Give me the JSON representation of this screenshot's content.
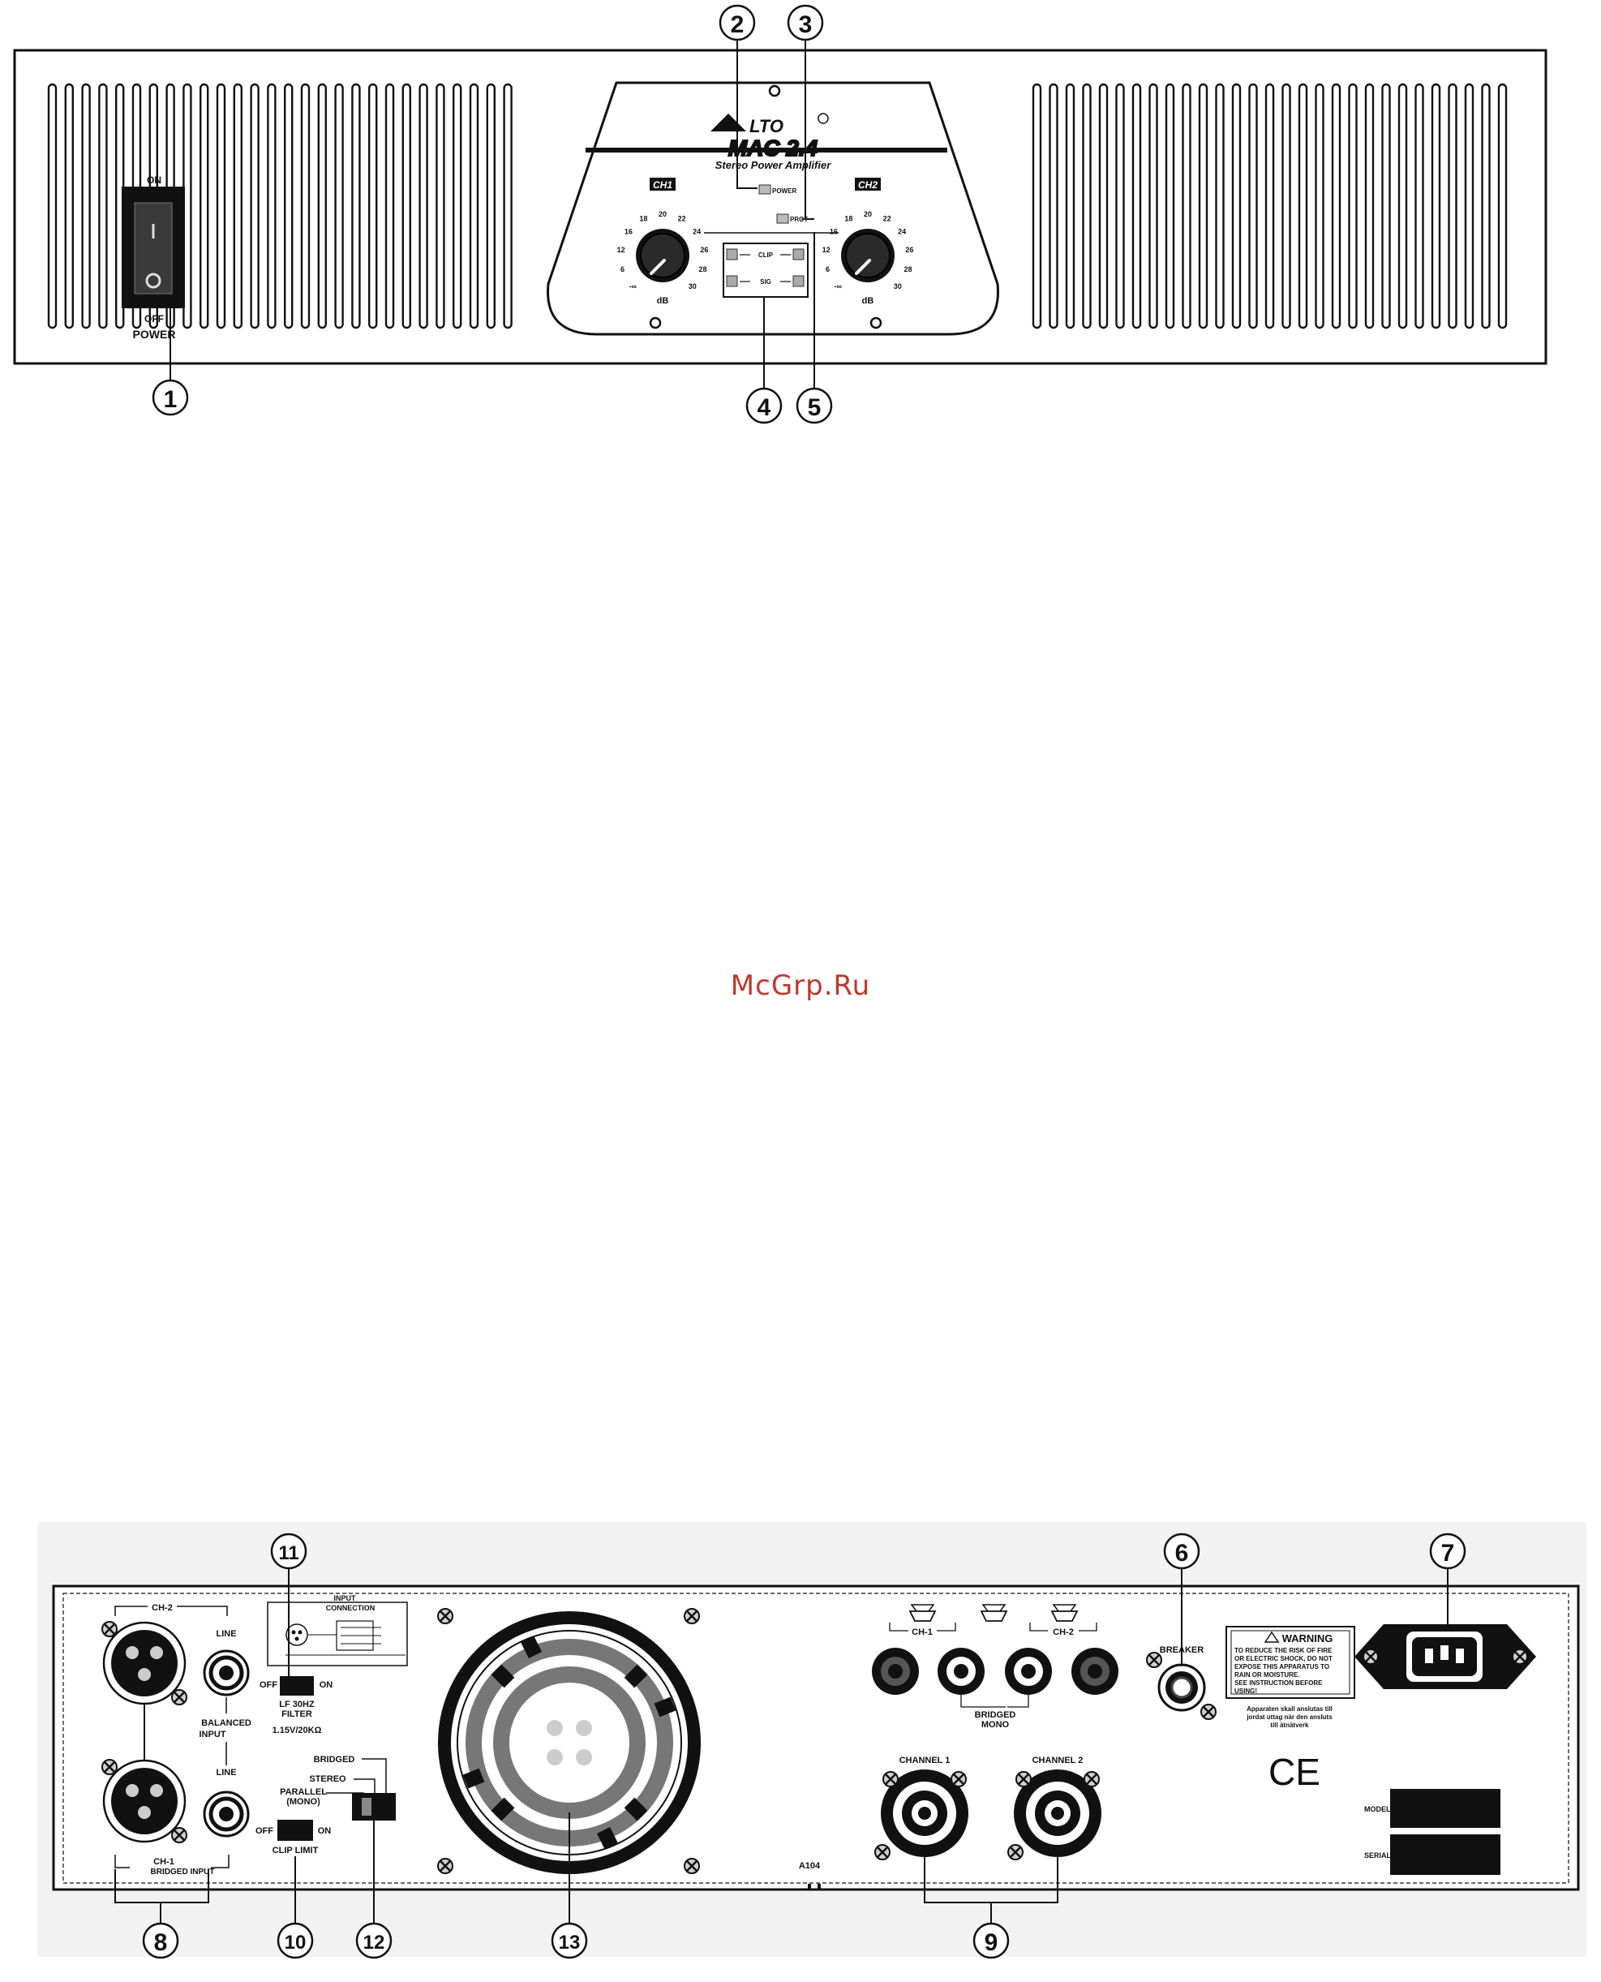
{
  "watermark": "McGrp.Ru",
  "front": {
    "brand": "LTO",
    "model": "MAC 2.4",
    "subtitle": "Stereo Power Amplifier",
    "switch_on": "ON",
    "switch_off": "OFF",
    "power_label": "POWER",
    "ch1": "CH1",
    "ch2": "CH2",
    "led_power": "POWER",
    "led_prot": "PROT",
    "led_clip": "CLIP",
    "led_sig": "SIG",
    "db_unit": "dB",
    "scale": [
      "-∞",
      "6",
      "12",
      "16",
      "18",
      "20",
      "22",
      "24",
      "26",
      "28",
      "30"
    ],
    "callouts": [
      "1",
      "2",
      "3",
      "4",
      "5"
    ]
  },
  "rear": {
    "ch2": "CH-2",
    "ch1": "CH-1",
    "line_top": "LINE",
    "line_bottom": "LINE",
    "balanced_input": [
      "BALANCED",
      "INPUT"
    ],
    "bridged_input": "BRIDGED INPUT",
    "input_connection": [
      "INPUT",
      "CONNECTION"
    ],
    "lf_off": "OFF",
    "lf_on": "ON",
    "lf_filter": [
      "LF 30HZ",
      "FILTER"
    ],
    "sensitivity": "1.15V/20KΩ",
    "mode_bridged": "BRIDGED",
    "mode_stereo": "STEREO",
    "mode_parallel": [
      "PARALLEL",
      "(MONO)"
    ],
    "clip_off": "OFF",
    "clip_on": "ON",
    "clip_limit": "CLIP LIMIT",
    "spk_ch1": "CH-1",
    "spk_ch2": "CH-2",
    "bridged_mono": [
      "BRIDGED",
      "MONO"
    ],
    "channel1": "CHANNEL 1",
    "channel2": "CHANNEL 2",
    "breaker": "BREAKER",
    "warning_title": "WARNING",
    "warning_text": [
      "TO REDUCE THE RISK OF FIRE",
      "OR ELECTRIC SHOCK, DO NOT",
      "EXPOSE THIS APPARATUS TO",
      "RAIN OR MOISTURE.",
      "SEE INSTRUCTION BEFORE",
      "USING!"
    ],
    "nordic_text": [
      "Apparaten skall anslutas till",
      "jordat uttag när den ansluts",
      "till ätnätverk"
    ],
    "ce": "CE",
    "model_tag": "MODEL",
    "serial_tag": "SERIAL",
    "code": "A104",
    "callouts": [
      "6",
      "7",
      "8",
      "9",
      "10",
      "11",
      "12",
      "13"
    ]
  }
}
